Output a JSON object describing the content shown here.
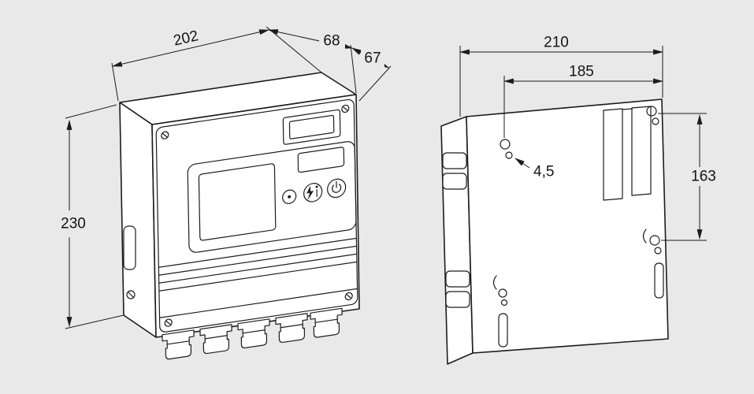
{
  "colors": {
    "background": "#e9e9e9",
    "line": "#1c1c1c",
    "face": "#ffffff"
  },
  "left_view": {
    "dims": {
      "width": "202",
      "depth_rear": "68",
      "depth_front": "67",
      "height": "230"
    }
  },
  "right_view": {
    "dims": {
      "width": "210",
      "hole_spacing": "185",
      "hole_diameter": "4,5",
      "hole_row_spacing": "163"
    }
  }
}
